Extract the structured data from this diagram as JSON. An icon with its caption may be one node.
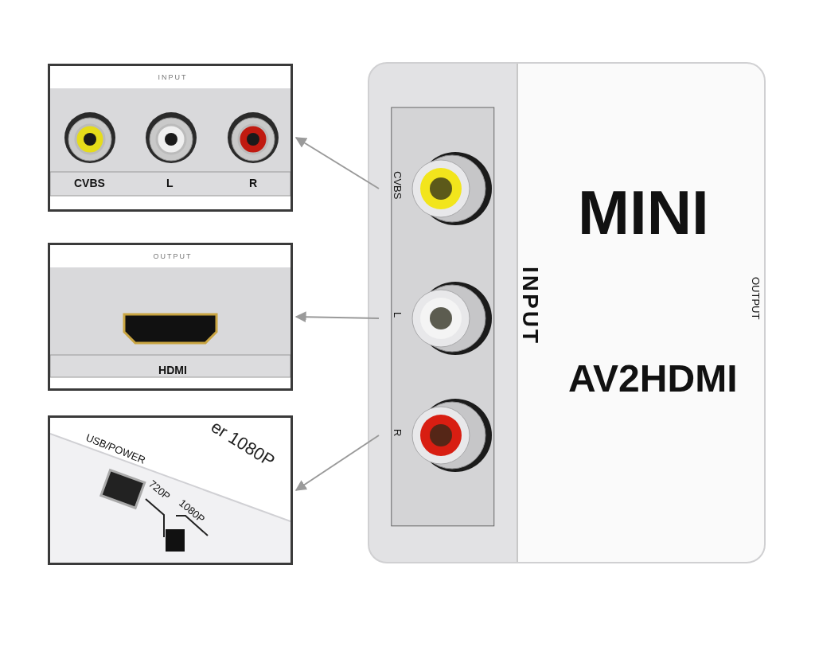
{
  "diagram": {
    "nodes": [
      {
        "text": [
          "INPUT",
          "CVBS",
          "L",
          "R"
        ]
      },
      {
        "text": [
          "OUTPUT",
          "HDMI"
        ]
      },
      {
        "text": [
          "er 1080P",
          "USB/POWER",
          "720P",
          "1080P"
        ]
      },
      {
        "text": [
          "MINI",
          "INPUT",
          "AV2HDMI",
          "OUTPUT"
        ]
      },
      {
        "text": [
          "CVBS"
        ],
        "in": 3
      },
      {
        "text": [
          "L"
        ],
        "in": 3
      },
      {
        "text": [
          "R"
        ],
        "in": 3
      }
    ],
    "edges": [
      {
        "from": 4,
        "to": 0,
        "arrow": "to"
      },
      {
        "from": 5,
        "to": 1,
        "arrow": "to"
      },
      {
        "from": 6,
        "to": 2,
        "arrow": "to"
      }
    ]
  }
}
